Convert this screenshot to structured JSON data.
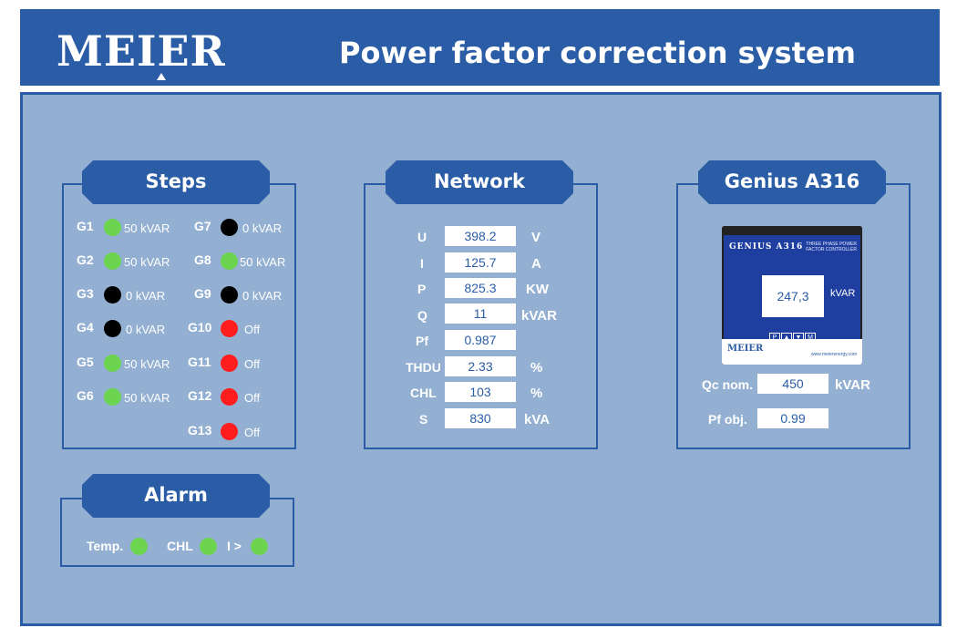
{
  "header": {
    "logo": "MEIER",
    "title": "Power factor correction system"
  },
  "colors": {
    "brand": "#2a5da6",
    "panel_bg": "#93b0d3",
    "on": "#6cd44e",
    "idle": "#000000",
    "off": "#ff1d1d"
  },
  "steps": {
    "title": "Steps",
    "items": [
      {
        "name": "G1",
        "status": "on",
        "value": "50 kVAR"
      },
      {
        "name": "G2",
        "status": "on",
        "value": "50 kVAR"
      },
      {
        "name": "G3",
        "status": "idle",
        "value": "0 kVAR"
      },
      {
        "name": "G4",
        "status": "idle",
        "value": "0 kVAR"
      },
      {
        "name": "G5",
        "status": "on",
        "value": "50 kVAR"
      },
      {
        "name": "G6",
        "status": "on",
        "value": "50 kVAR"
      },
      {
        "name": "G7",
        "status": "idle",
        "value": "0 kVAR"
      },
      {
        "name": "G8",
        "status": "on",
        "value": "50 kVAR"
      },
      {
        "name": "G9",
        "status": "idle",
        "value": "0 kVAR"
      },
      {
        "name": "G10",
        "status": "off",
        "value": "Off"
      },
      {
        "name": "G11",
        "status": "off",
        "value": "Off"
      },
      {
        "name": "G12",
        "status": "off",
        "value": "Off"
      },
      {
        "name": "G13",
        "status": "off",
        "value": "Off"
      }
    ]
  },
  "network": {
    "title": "Network",
    "rows": [
      {
        "label": "U",
        "value": "398.2",
        "unit": "V"
      },
      {
        "label": "I",
        "value": "125.7",
        "unit": "A"
      },
      {
        "label": "P",
        "value": "825.3",
        "unit": "KW"
      },
      {
        "label": "Q",
        "value": "11",
        "unit": "kVAR"
      },
      {
        "label": "Pf",
        "value": "0.987",
        "unit": ""
      },
      {
        "label": "THDU",
        "value": "2.33",
        "unit": "%"
      },
      {
        "label": "CHL",
        "value": "103",
        "unit": "%"
      },
      {
        "label": "S",
        "value": "830",
        "unit": "kVA"
      }
    ]
  },
  "genius": {
    "title": "Genius A316",
    "device": {
      "brand": "GENIUS A316",
      "subtitle": "THREE PHASE POWER FACTOR CONTROLLER",
      "display_value": "247,3",
      "display_unit": "kVAR",
      "keys": [
        "P",
        "▲",
        "▼",
        "M"
      ],
      "logo": "MEIER",
      "url": "www.meierenergy.com"
    },
    "qc_label": "Qc nom.",
    "qc_value": "450",
    "qc_unit": "kVAR",
    "pf_label": "Pf obj.",
    "pf_value": "0.99"
  },
  "alarm": {
    "title": "Alarm",
    "items": [
      {
        "label": "Temp.",
        "status": "on"
      },
      {
        "label": "CHL",
        "status": "on"
      },
      {
        "label": "I >",
        "status": "on"
      }
    ]
  }
}
